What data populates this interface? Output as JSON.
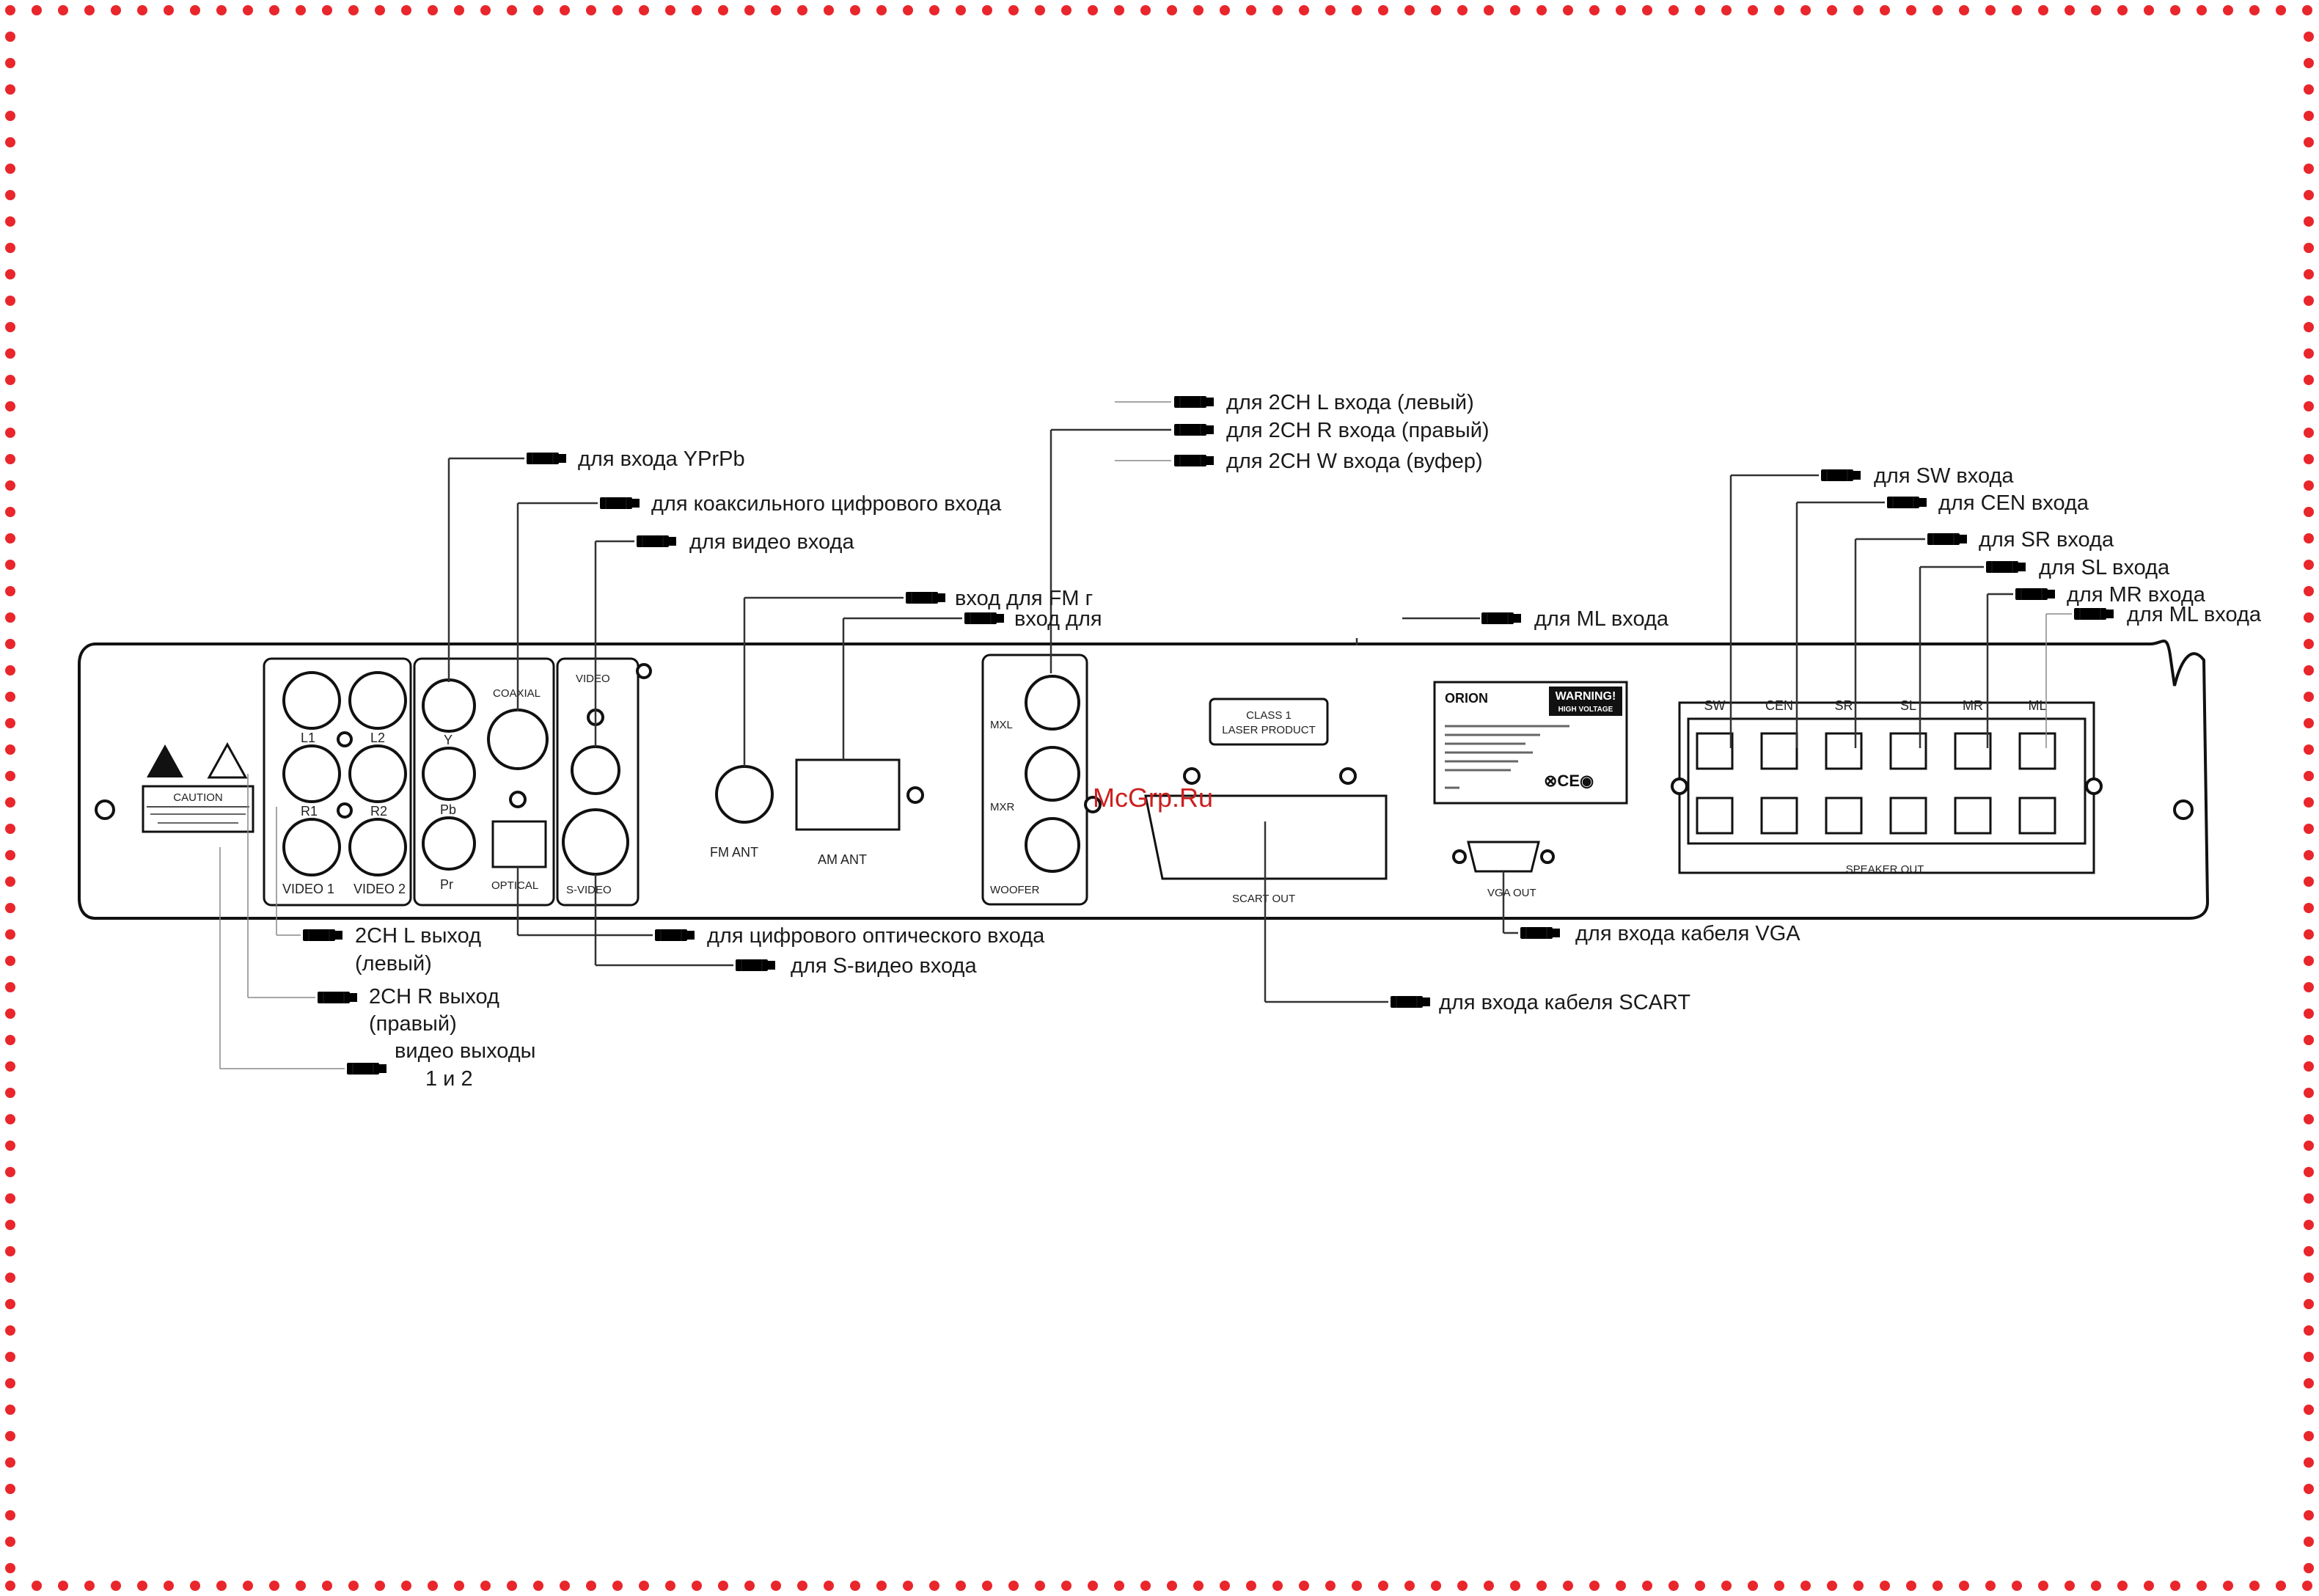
{
  "brand": "ORION",
  "watermark": "McGrp.Ru",
  "colors": {
    "border_dots": "#e8262b",
    "watermark": "#cc1f1f",
    "line": "#333333"
  },
  "panel": {
    "jack_labels": {
      "l1": "L1",
      "l2": "L2",
      "r1": "R1",
      "r2": "R2",
      "video1": "VIDEO 1",
      "video2": "VIDEO 2",
      "y": "Y",
      "pb": "Pb",
      "pr": "Pr",
      "coaxial": "COAXIAL",
      "optical": "OPTICAL",
      "video": "VIDEO",
      "svideo": "S-VIDEO",
      "fm_ant": "FM ANT",
      "am_ant": "AM ANT",
      "mxl": "MXL",
      "mxr": "MXR",
      "woofer": "WOOFER",
      "scart_out": "SCART OUT",
      "vga_out": "VGA OUT",
      "laser_line1": "CLASS 1",
      "laser_line2": "LASER PRODUCT",
      "warning_line1": "WARNING!",
      "warning_line2": "HIGH VOLTAGE",
      "caution": "CAUTION",
      "speaker_out": "SPEAKER OUT"
    },
    "speaker_labels": [
      "SW",
      "CEN",
      "SR",
      "SL",
      "MR",
      "ML"
    ]
  },
  "callouts": {
    "ml_l": "для 2CH L входа (левый)",
    "ml_r": "для 2CH R входа (правый)",
    "ml_w": "для 2CH W входа (вуфер)",
    "yprpb": "для входа YPrPb",
    "coax": "для коаксильного цифрового входа",
    "video_in": "для видео входа",
    "fm": "вход для FM г",
    "am": "вход для",
    "ml_mid": "для ML входа",
    "sw": "для SW входа",
    "cen": "для CEN входа",
    "sr": "для SR входа",
    "sl": "для SL входа",
    "mr": "для MR входа",
    "ml": "для ML входа",
    "out_l_1": "2CH L выход",
    "out_l_2": "(левый)",
    "out_r_1": "2CH R выход",
    "out_r_2": "(правый)",
    "vid_out_1": "видео выходы",
    "vid_out_2": "1 и 2",
    "optical": "для цифрового оптического входа",
    "svideo": "для S-видео входа",
    "vga": "для входа кабеля VGA",
    "scart": "для входа кабеля SCART"
  }
}
